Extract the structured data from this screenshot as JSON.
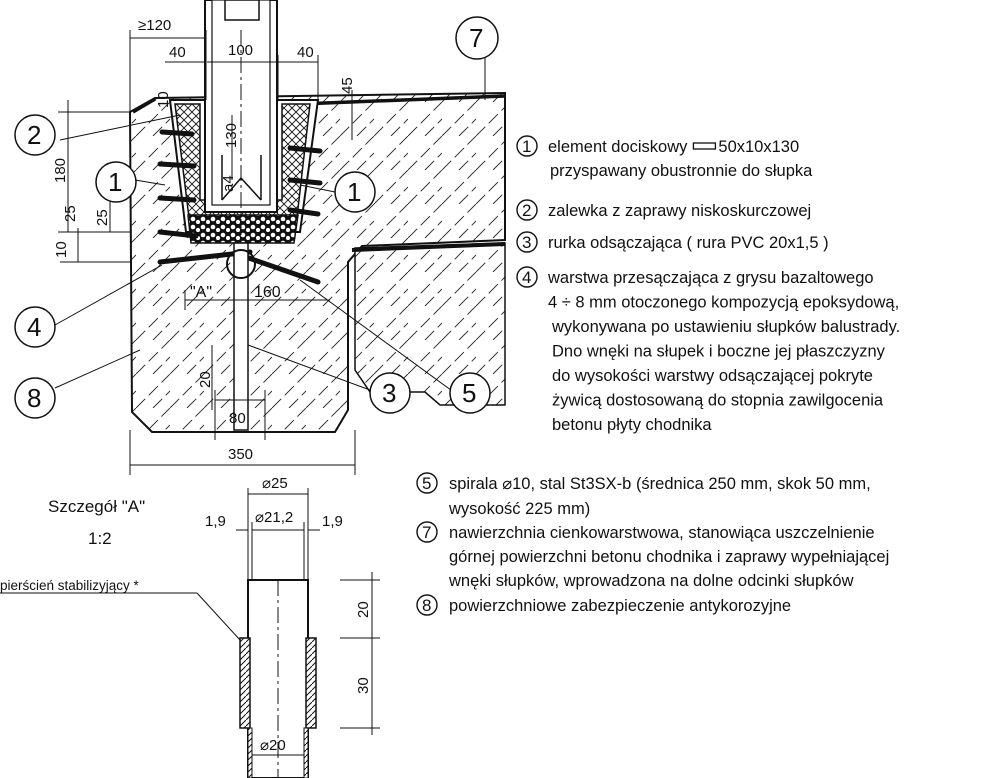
{
  "dimensions": {
    "d_ge120": "≥120",
    "d_40_left": "40",
    "d_100": "100",
    "d_40_right": "40",
    "d_45": "45",
    "d_10_top": "10",
    "d_130": "130",
    "d_180": "180",
    "d_25_a": "25",
    "d_25_b": "25",
    "d_10_left": "10",
    "d_a4": "a4",
    "d_A": "\"A\"",
    "d_160": "160",
    "d_20": "20",
    "d_80": "80",
    "d_350": "350",
    "d_phi25": "⌀25",
    "d_1_9_left": "1,9",
    "d_phi21_2": "⌀21,2",
    "d_1_9_right": "1,9",
    "d_20_detail": "20",
    "d_30_detail": "30",
    "d_phi20": "⌀20"
  },
  "callouts": {
    "c1_left": "1",
    "c1_right": "1",
    "c2": "2",
    "c3": "3",
    "c4": "4",
    "c5": "5",
    "c7": "7",
    "c8": "8"
  },
  "detail": {
    "title": "Szczegół \"A\"",
    "scale": "1:2",
    "ring_label": "pierścień stabilizyjący *"
  },
  "legend": [
    {
      "num": "1",
      "lines": [
        "element dociskowy",
        "przyspawany  obustronnie do słupka"
      ],
      "profile": "50x10x130"
    },
    {
      "num": "2",
      "lines": [
        "zalewka z zaprawy niskoskurczowej"
      ]
    },
    {
      "num": "3",
      "lines": [
        "rurka odsączająca  ( rura PVC 20x1,5 )"
      ]
    },
    {
      "num": "4",
      "lines": [
        "warstwa przesączająca z grysu bazaltowego",
        "4 ÷ 8  mm otoczonego  kompozycją epoksydową,",
        "wykonywana po ustawieniu słupków  balustrady.",
        "Dno wnęki na słupek i boczne jej płaszczyzny",
        "do wysokości warstwy odsączającej pokryte",
        "żywicą dostosowaną  do stopnia zawilgocenia",
        "betonu płyty chodnika"
      ]
    },
    {
      "num": "5",
      "lines": [
        "spirala ⌀10, stal St3SX-b (średnica 250 mm, skok 50 mm,",
        "wysokość 225 mm)"
      ]
    },
    {
      "num": "7",
      "lines": [
        "nawierzchnia cienkowarstwowa, stanowiąca uszczelnienie",
        "górnej powierzchni betonu chodnika i zaprawy wypełniającej",
        "wnęki słupków, wprowadzona na dolne odcinki słupków"
      ]
    },
    {
      "num": "8",
      "lines": [
        "powierzchniowe zabezpieczenie antykorozyjne"
      ]
    }
  ]
}
